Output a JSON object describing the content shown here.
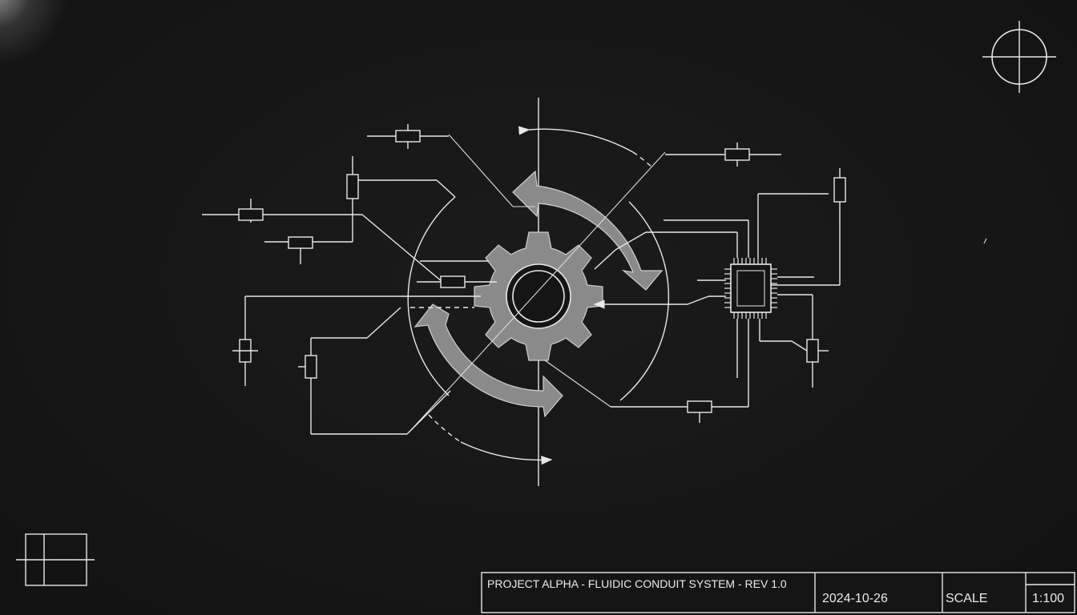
{
  "title_block": {
    "project_title": "PROJECT ALPHA - FLUIDIC CONDUIT SYSTEM - REV  1.0",
    "date": "2024-10-26",
    "scale_label": "SCALE",
    "scale_value": "1:100"
  },
  "icons": {
    "registration_mark": "crosshair-circle-icon",
    "corner_frame": "frame-corner-icon",
    "central_gear": "gear-icon",
    "processor": "microchip-icon",
    "components": "resistor-icon"
  },
  "colors": {
    "background": "#151515",
    "line": "#e8e8e8",
    "accent_gray": "#8a8a8a"
  }
}
